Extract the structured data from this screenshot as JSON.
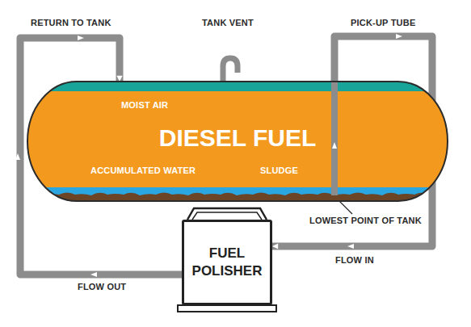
{
  "diagram": {
    "nodes": [
      {
        "text": [
          "DIESEL FUEL"
        ]
      },
      {
        "text": [
          "FUEL POLISHER"
        ]
      }
    ],
    "edges": [
      {
        "from": 0,
        "to": 1,
        "arrow": "to",
        "label": "FLOW IN"
      },
      {
        "from": 1,
        "to": 0,
        "arrow": "to",
        "label": "FLOW OUT"
      }
    ],
    "labels": [
      "RETURN TO TANK",
      "TANK VENT",
      "PICK-UP TUBE",
      "MOIST AIR",
      "ACCUMULATED WATER",
      "SLUDGE",
      "LOWEST POINT OF TANK"
    ]
  }
}
